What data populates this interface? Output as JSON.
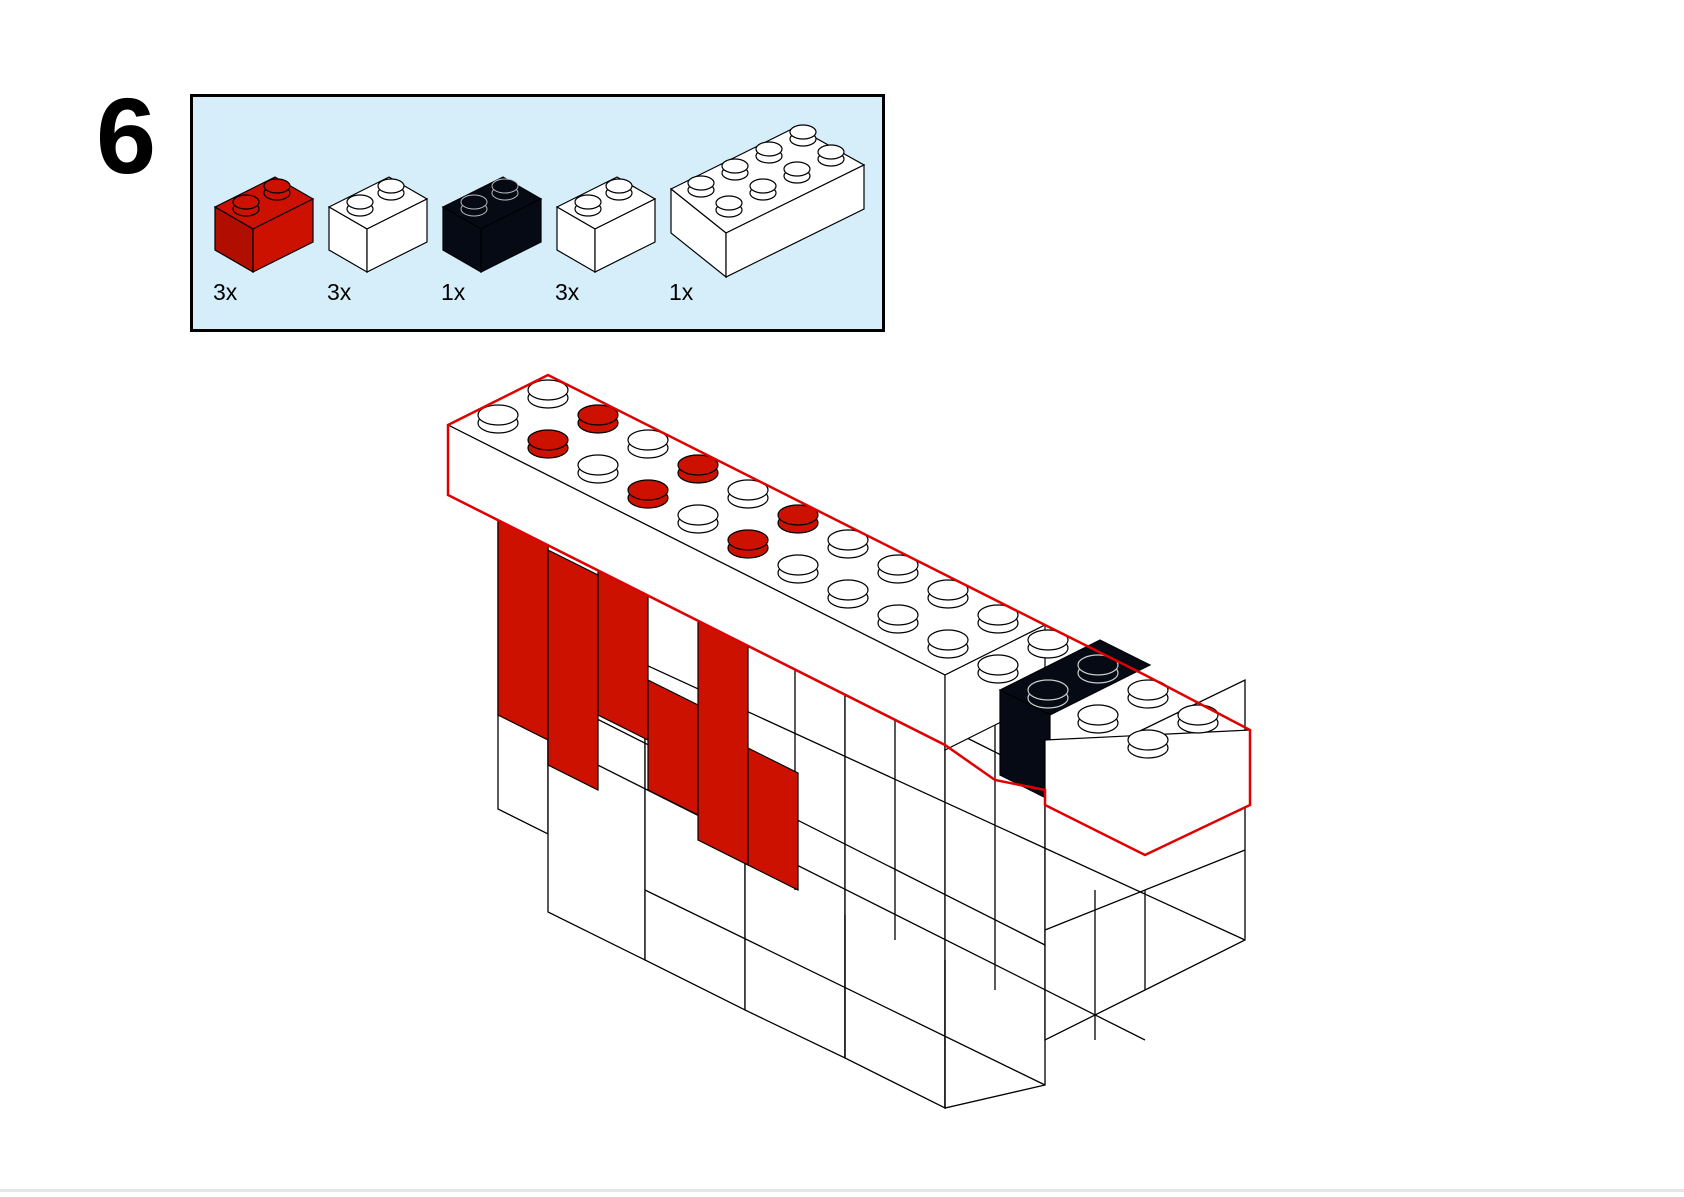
{
  "step": {
    "number": "6"
  },
  "parts_list": [
    {
      "name": "brick-2x1",
      "color": "#cc1100",
      "quantity": "3x"
    },
    {
      "name": "brick-2x1",
      "color": "#ffffff",
      "quantity": "3x"
    },
    {
      "name": "brick-2x1",
      "color": "#050a14",
      "quantity": "1x"
    },
    {
      "name": "brick-2x1",
      "color": "#ffffff",
      "quantity": "3x"
    },
    {
      "name": "brick-4x2",
      "color": "#ffffff",
      "quantity": "1x"
    }
  ],
  "colors": {
    "parts_panel": "#d6eefa",
    "red": "#cc1100",
    "black": "#050a14",
    "white": "#ffffff",
    "highlight_outline": "#e00000"
  }
}
